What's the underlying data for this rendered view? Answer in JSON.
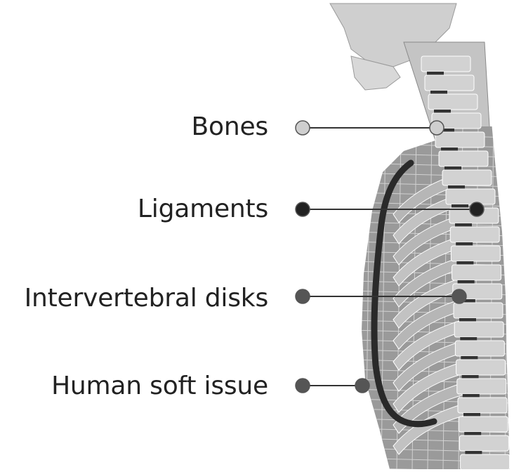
{
  "figure": {
    "callouts": [
      {
        "label": "Bones",
        "color": "#cfcfcf",
        "target": "bone (vertebra)"
      },
      {
        "label": "Ligaments",
        "color": "#222222",
        "target": "ligament"
      },
      {
        "label": "Intervertebral disks",
        "color": "#555555",
        "target": "intervertebral disk"
      },
      {
        "label": "Human soft issue",
        "color": "#555555",
        "target": "soft tissue"
      }
    ]
  },
  "colors": {
    "soft_tissue": "#9a9a9a",
    "rib_fill": "#b8b8b8",
    "rib_light": "#cdcdcd",
    "ligament": "#2a2a2a",
    "skull_bone": "#cfcfcf",
    "mesh_line": "#ffffff"
  }
}
